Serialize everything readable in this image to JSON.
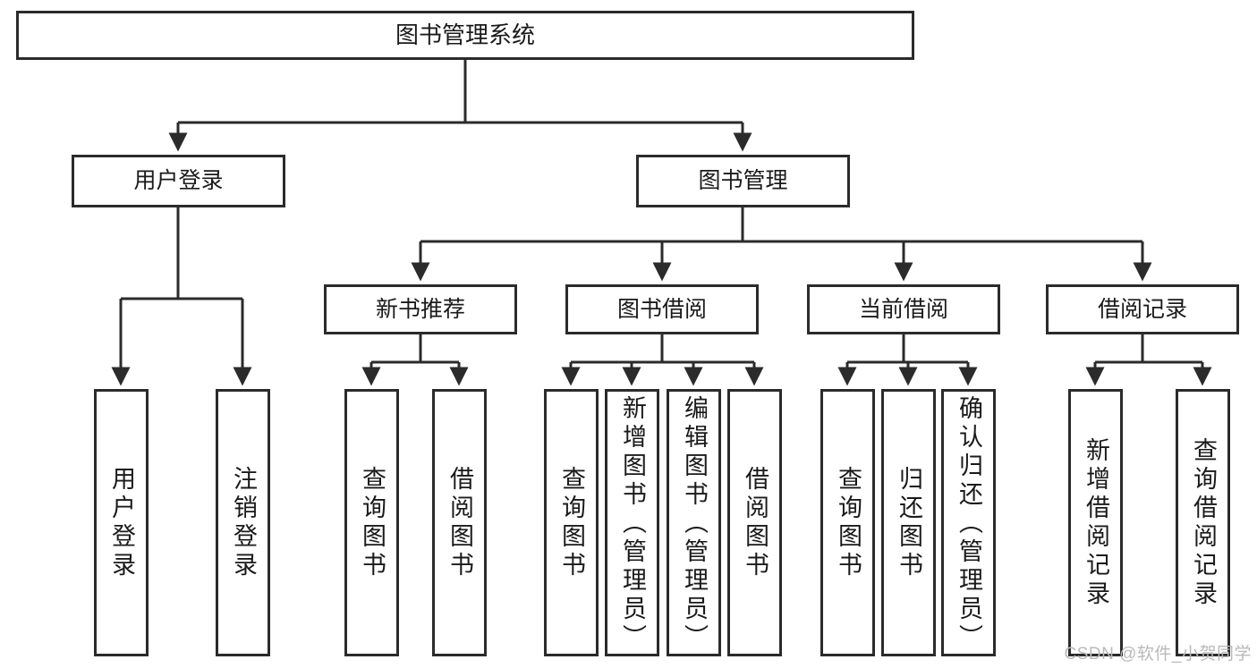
{
  "diagram": {
    "title": "图书管理系统",
    "type": "hierarchy-tree",
    "watermark": "CSDN @软件_小贺同学",
    "colors": {
      "box_border": "#2b2b2b",
      "box_fill": "#ffffff",
      "edge": "#2b2b2b",
      "text": "#1a1a1a",
      "watermark": "#b9b9b9"
    },
    "nodes": {
      "root": {
        "label": "图书管理系统"
      },
      "level2": [
        {
          "id": "user-login",
          "label": "用户登录"
        },
        {
          "id": "book-manage",
          "label": "图书管理"
        }
      ],
      "level3": [
        {
          "id": "new-book-rec",
          "label": "新书推荐"
        },
        {
          "id": "book-borrow",
          "label": "图书借阅"
        },
        {
          "id": "current-borrow",
          "label": "当前借阅"
        },
        {
          "id": "borrow-record",
          "label": "借阅记录"
        }
      ],
      "leaves": {
        "user_login": [
          {
            "id": "leaf-user-login",
            "label": "用户登录"
          },
          {
            "id": "leaf-logout-login",
            "label": "注销登录"
          }
        ],
        "new_book_rec": [
          {
            "id": "leaf-query-book-1",
            "label": "查询图书"
          },
          {
            "id": "leaf-borrow-book-1",
            "label": "借阅图书"
          }
        ],
        "book_borrow": [
          {
            "id": "leaf-query-book-2",
            "label": "查询图书"
          },
          {
            "id": "leaf-add-book",
            "label": "新增图书（管理员）"
          },
          {
            "id": "leaf-edit-book",
            "label": "编辑图书（管理员）"
          },
          {
            "id": "leaf-borrow-book-2",
            "label": "借阅图书"
          }
        ],
        "current_borrow": [
          {
            "id": "leaf-query-book-3",
            "label": "查询图书"
          },
          {
            "id": "leaf-return-book",
            "label": "归还图书"
          },
          {
            "id": "leaf-confirm-return",
            "label": "确认归还（管理员）"
          }
        ],
        "borrow_record": [
          {
            "id": "leaf-add-record",
            "label": "新增借阅记录"
          },
          {
            "id": "leaf-query-record",
            "label": "查询借阅记录"
          }
        ]
      }
    }
  }
}
